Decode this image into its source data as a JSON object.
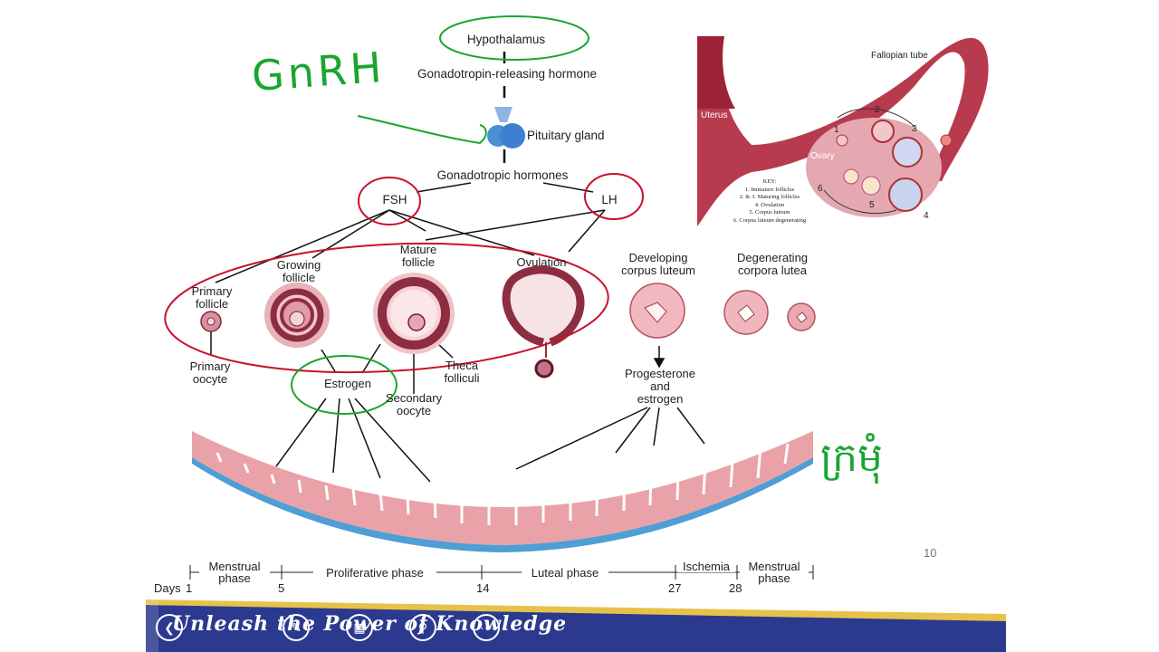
{
  "hierarchy": {
    "hypothalamus": "Hypothalamus",
    "gnrh_full": "Gonadotropin-releasing hormone",
    "pituitary": "Pituitary gland",
    "gonadotropic": "Gonadotropic hormones",
    "fsh": "FSH",
    "lh": "LH"
  },
  "follicle_stages": {
    "primary_follicle": "Primary\nfollicle",
    "growing_follicle": "Growing\nfollicle",
    "mature_follicle": "Mature\nfollicle",
    "ovulation": "Ovulation",
    "developing_cl": "Developing\ncorpus luteum",
    "degenerating_cl": "Degenerating\ncorpora lutea",
    "primary_oocyte": "Primary\noocyte",
    "secondary_oocyte": "Secondary\noocyte",
    "theca": "Theca\nfolliculi",
    "estrogen": "Estrogen",
    "prog_estrogen": "Progesterone\nand\nestrogen"
  },
  "ovary_figure": {
    "fallopian_tube": "Fallopian tube",
    "uterus": "Uterus",
    "ovary": "Ovary",
    "key_title": "KEY:",
    "key_items": [
      "1. Immature follicles",
      "2. & 3. Maturing follicles",
      "4. Ovulation",
      "5. Corpus luteum",
      "6. Corpus luteum degenerating"
    ],
    "numbers": [
      "1",
      "2",
      "3",
      "4",
      "5",
      "6"
    ]
  },
  "timeline": {
    "days_label": "Days",
    "phases": [
      "Menstrual\nphase",
      "Proliferative phase",
      "Luteal phase",
      "Ischemia",
      "Menstrual\nphase"
    ],
    "days": [
      "1",
      "5",
      "14",
      "27",
      "28"
    ]
  },
  "annotations": {
    "gnrh_handwritten": "GnRH",
    "khmer_handwritten": "ក្រមុំ"
  },
  "slide_number": "10",
  "footer": {
    "tagline": "Unleash the Power of Knowledge"
  },
  "colors": {
    "annotation_red": "#c8102e",
    "annotation_green": "#1aa531",
    "tissue_pink": "#e9a2a7",
    "footer_blue": "#2b3a8f",
    "footer_gold": "#e6c24a"
  }
}
